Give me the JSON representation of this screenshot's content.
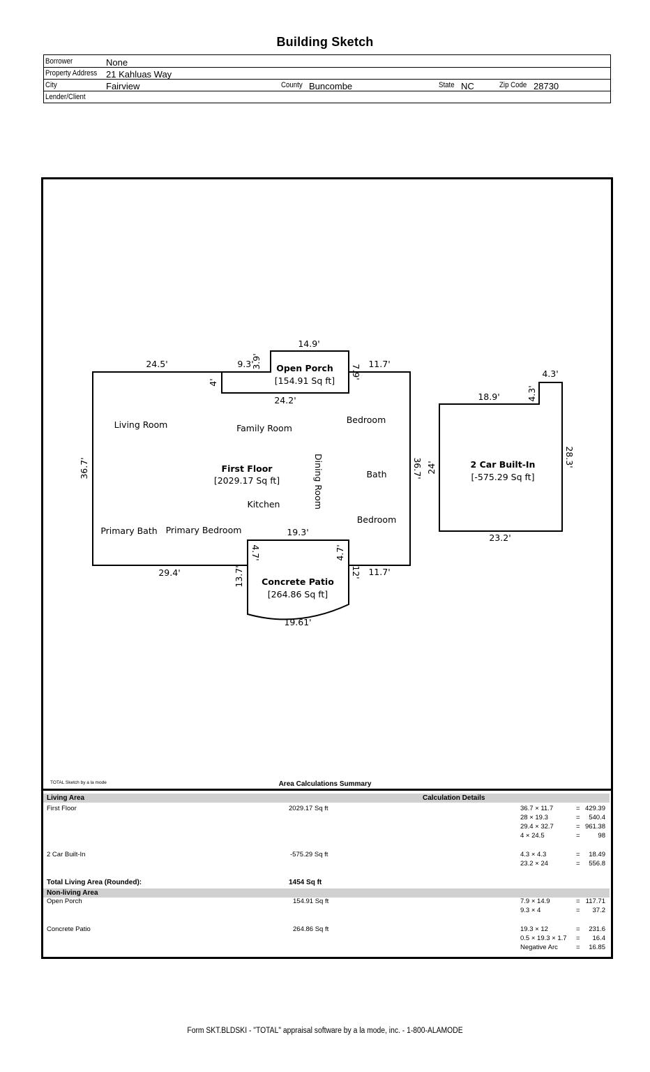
{
  "title": "Building Sketch",
  "header": {
    "borrower_label": "Borrower",
    "borrower": "None",
    "address_label": "Property Address",
    "address": "21 Kahluas Way",
    "city_label": "City",
    "city": "Fairview",
    "county_label": "County",
    "county": "Buncombe",
    "state_label": "State",
    "state": "NC",
    "zip_label": "Zip Code",
    "zip": "28730",
    "lender_label": "Lender/Client",
    "lender": ""
  },
  "sketch": {
    "rooms": {
      "living_room": "Living Room",
      "family_room": "Family Room",
      "bedroom1": "Bedroom",
      "first_floor": "First Floor",
      "first_floor_area": "[2029.17 Sq ft]",
      "dining_room": "Dining Room",
      "bath": "Bath",
      "kitchen": "Kitchen",
      "bedroom2": "Bedroom",
      "primary_bath": "Primary Bath",
      "primary_bedroom": "Primary Bedroom",
      "open_porch": "Open Porch",
      "open_porch_area": "[154.91 Sq ft]",
      "concrete_patio": "Concrete Patio",
      "concrete_patio_area": "[264.86 Sq ft]",
      "garage": "2 Car Built-In",
      "garage_area": "[-575.29 Sq ft]"
    },
    "dims": {
      "d1": "24.5'",
      "d2": "9.3'",
      "d3": "3.9'",
      "d4": "14.9'",
      "d5": "7.9'",
      "d6": "11.7'",
      "d7": "4'",
      "d8": "24.2'",
      "d9": "36.7'",
      "d10": "36.7'",
      "d11": "19.3'",
      "d12": "4.7'",
      "d13": "4.7'",
      "d14": "29.4'",
      "d15": "13.7'",
      "d16": "12'",
      "d17": "11.7'",
      "d18": "19.61'",
      "d19": "4.3'",
      "d20": "18.9'",
      "d21": "4.3'",
      "d22": "24'",
      "d23": "28.3'",
      "d24": "23.2'"
    },
    "credit": "TOTAL Sketch by a la mode"
  },
  "summary": {
    "title": "Area Calculations Summary",
    "living_header": "Living Area",
    "calc_header": "Calculation Details",
    "first_floor": {
      "name": "First Floor",
      "area": "2029.17 Sq ft",
      "calcs": [
        {
          "expr": "36.7 × 11.7",
          "eq": "=",
          "res": "429.39"
        },
        {
          "expr": "28 × 19.3",
          "eq": "=",
          "res": "540.4"
        },
        {
          "expr": "29.4 × 32.7",
          "eq": "=",
          "res": "961.38"
        },
        {
          "expr": "4 × 24.5",
          "eq": "=",
          "res": "98"
        }
      ]
    },
    "garage": {
      "name": "2 Car Built-In",
      "area": "-575.29 Sq ft",
      "calcs": [
        {
          "expr": "4.3 × 4.3",
          "eq": "=",
          "res": "18.49"
        },
        {
          "expr": "23.2 × 24",
          "eq": "=",
          "res": "556.8"
        }
      ]
    },
    "total_label": "Total Living Area (Rounded):",
    "total_value": "1454 Sq ft",
    "nonliving_header": "Non-living Area",
    "porch": {
      "name": "Open Porch",
      "area": "154.91 Sq ft",
      "calcs": [
        {
          "expr": "7.9 × 14.9",
          "eq": "=",
          "res": "117.71"
        },
        {
          "expr": "9.3 × 4",
          "eq": "=",
          "res": "37.2"
        }
      ]
    },
    "patio": {
      "name": "Concrete Patio",
      "area": "264.86 Sq ft",
      "calcs": [
        {
          "expr": "19.3 × 12",
          "eq": "=",
          "res": "231.6"
        },
        {
          "expr": "0.5 × 19.3 × 1.7",
          "eq": "=",
          "res": "16.4"
        },
        {
          "expr": "Negative Arc",
          "eq": "=",
          "res": "16.85"
        }
      ]
    }
  },
  "footer": "Form SKT.BLDSKI - \"TOTAL\" appraisal software by a la mode, inc. - 1-800-ALAMODE"
}
